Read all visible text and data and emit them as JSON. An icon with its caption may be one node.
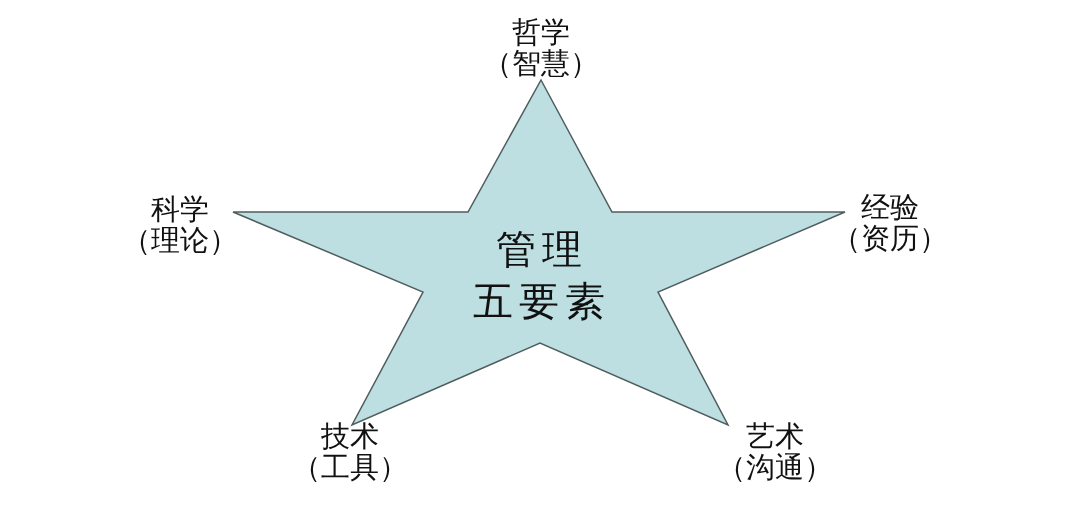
{
  "diagram": {
    "nodes": [
      {
        "text": [
          "管理五要素"
        ],
        "beside": [
          "哲学（智慧）",
          "科学（理论）",
          "经验（资历）",
          "技术（工具）",
          "艺术（沟通）"
        ]
      }
    ]
  }
}
